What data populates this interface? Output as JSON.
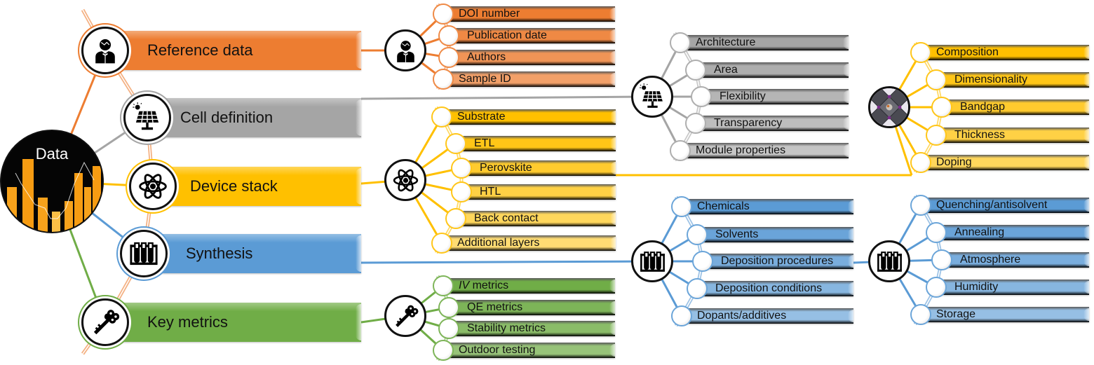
{
  "hub": {
    "label": "Data",
    "icon": "data-chart-icon"
  },
  "colors": {
    "orange": "#ED7D31",
    "gray": "#A5A5A5",
    "yellow": "#FFC000",
    "blue": "#5B9BD5",
    "green": "#70AD47",
    "spine": "#F4B183"
  },
  "categories": [
    {
      "id": "reference",
      "label": "Reference data",
      "icon": "person-icon",
      "color": "orange",
      "items": [
        "DOI number",
        "Publication date",
        "Authors",
        "Sample ID"
      ]
    },
    {
      "id": "cell",
      "label": "Cell definition",
      "icon": "solar-panel-icon",
      "color": "gray",
      "items": [
        "Architecture",
        "Area",
        "Flexibility",
        "Transparency",
        "Module properties"
      ]
    },
    {
      "id": "device",
      "label": "Device stack",
      "icon": "atom-icon",
      "color": "yellow",
      "items": [
        "Substrate",
        "ETL",
        "Perovskite",
        "HTL",
        "Back contact",
        "Additional layers"
      ]
    },
    {
      "id": "synthesis",
      "label": "Synthesis",
      "icon": "test-tubes-icon",
      "color": "blue",
      "items": [
        "Chemicals",
        "Solvents",
        "Deposition procedures",
        "Deposition conditions",
        "Dopants/additives"
      ]
    },
    {
      "id": "metrics",
      "label": "Key metrics",
      "icon": "key-icon",
      "color": "green",
      "items": [
        "IV metrics",
        "QE metrics",
        "Stability metrics",
        "Outdoor testing"
      ]
    }
  ],
  "sub_branches": [
    {
      "id": "perovskite",
      "parent": "Perovskite",
      "icon": "perovskite-crystal-icon",
      "color": "yellow",
      "items": [
        "Composition",
        "Dimensionality",
        "Bandgap",
        "Thickness",
        "Doping"
      ]
    },
    {
      "id": "deposition",
      "parent": "Deposition procedures",
      "icon": "test-tubes-icon",
      "color": "blue",
      "items": [
        "Quenching/antisolvent",
        "Annealing",
        "Atmosphere",
        "Humidity",
        "Storage"
      ]
    }
  ],
  "italic_prefix": {
    "IV metrics": "IV"
  }
}
